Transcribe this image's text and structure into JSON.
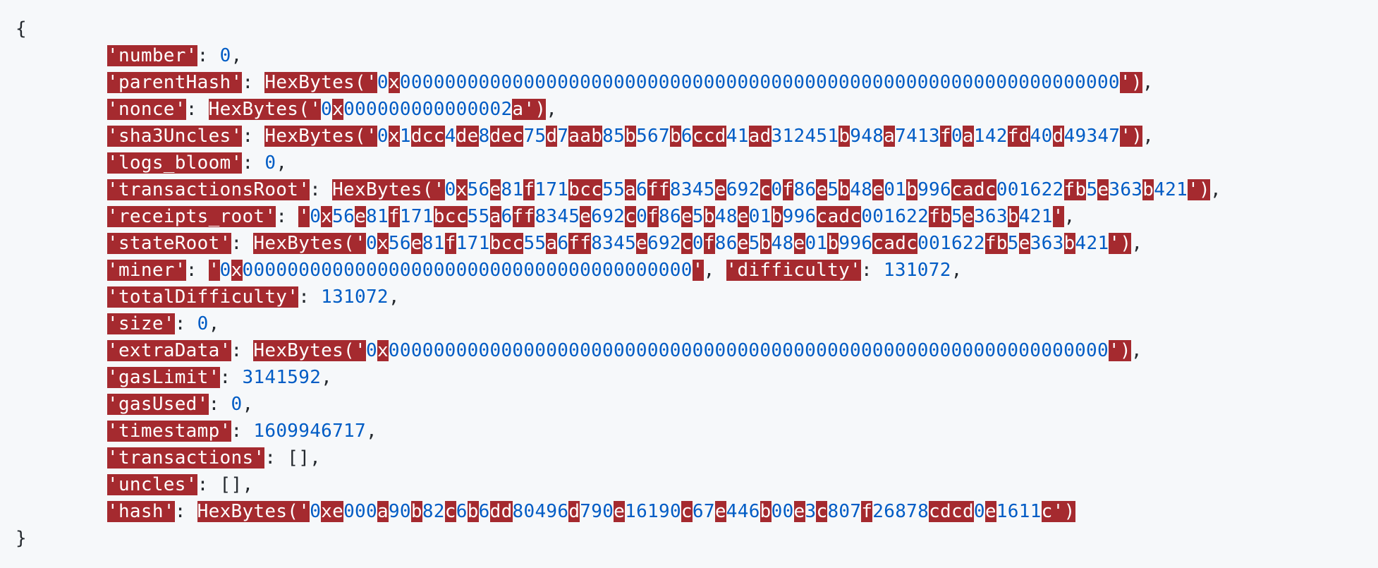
{
  "lines": [
    {
      "type": "brace",
      "text": "{"
    },
    {
      "type": "entry",
      "segments": [
        [
          "k",
          "'number'"
        ],
        [
          "p",
          ": "
        ],
        [
          "n",
          "0"
        ],
        [
          "p",
          ","
        ]
      ]
    },
    {
      "type": "entry",
      "segments": [
        [
          "k",
          "'parentHash'"
        ],
        [
          "p",
          ": "
        ],
        [
          "e",
          "HexBytes('"
        ],
        [
          "hex",
          "0x0000000000000000000000000000000000000000000000000000000000000000"
        ],
        [
          "e",
          "')"
        ],
        [
          "p",
          ","
        ]
      ]
    },
    {
      "type": "entry",
      "segments": [
        [
          "k",
          "'nonce'"
        ],
        [
          "p",
          ": "
        ],
        [
          "e",
          "HexBytes('"
        ],
        [
          "hex",
          "0x000000000000002a"
        ],
        [
          "e",
          "')"
        ],
        [
          "p",
          ","
        ]
      ]
    },
    {
      "type": "entry",
      "segments": [
        [
          "k",
          "'sha3Uncles'"
        ],
        [
          "p",
          ": "
        ],
        [
          "e",
          "HexBytes('"
        ],
        [
          "hex",
          "0x1dcc4de8dec75d7aab85b567b6ccd41ad312451b948a7413f0a142fd40d49347"
        ],
        [
          "e",
          "')"
        ],
        [
          "p",
          ","
        ]
      ]
    },
    {
      "type": "entry",
      "segments": [
        [
          "k",
          "'logs_bloom'"
        ],
        [
          "p",
          ": "
        ],
        [
          "n",
          "0"
        ],
        [
          "p",
          ","
        ]
      ]
    },
    {
      "type": "entry",
      "segments": [
        [
          "k",
          "'transactionsRoot'"
        ],
        [
          "p",
          ": "
        ],
        [
          "e",
          "HexBytes('"
        ],
        [
          "hex",
          "0x56e81f171bcc55a6ff8345e692c0f86e5b48e01b996cadc001622fb5e363b421"
        ],
        [
          "e",
          "')"
        ],
        [
          "p",
          ","
        ]
      ]
    },
    {
      "type": "entry",
      "segments": [
        [
          "k",
          "'receipts_root'"
        ],
        [
          "p",
          ": "
        ],
        [
          "e",
          "'"
        ],
        [
          "hex",
          "0x56e81f171bcc55a6ff8345e692c0f86e5b48e01b996cadc001622fb5e363b421"
        ],
        [
          "e",
          "'"
        ],
        [
          "p",
          ","
        ]
      ]
    },
    {
      "type": "entry",
      "segments": [
        [
          "k",
          "'stateRoot'"
        ],
        [
          "p",
          ": "
        ],
        [
          "e",
          "HexBytes('"
        ],
        [
          "hex",
          "0x56e81f171bcc55a6ff8345e692c0f86e5b48e01b996cadc001622fb5e363b421"
        ],
        [
          "e",
          "')"
        ],
        [
          "p",
          ","
        ]
      ]
    },
    {
      "type": "entry",
      "segments": [
        [
          "k",
          "'miner'"
        ],
        [
          "p",
          ": "
        ],
        [
          "e",
          "'"
        ],
        [
          "hex",
          "0x0000000000000000000000000000000000000000"
        ],
        [
          "e",
          "'"
        ],
        [
          "p",
          ", "
        ],
        [
          "k",
          "'difficulty'"
        ],
        [
          "p",
          ": "
        ],
        [
          "n",
          "131072"
        ],
        [
          "p",
          ","
        ]
      ]
    },
    {
      "type": "entry",
      "segments": [
        [
          "k",
          "'totalDifficulty'"
        ],
        [
          "p",
          ": "
        ],
        [
          "n",
          "131072"
        ],
        [
          "p",
          ","
        ]
      ]
    },
    {
      "type": "entry",
      "segments": [
        [
          "k",
          "'size'"
        ],
        [
          "p",
          ": "
        ],
        [
          "n",
          "0"
        ],
        [
          "p",
          ","
        ]
      ]
    },
    {
      "type": "entry",
      "segments": [
        [
          "k",
          "'extraData'"
        ],
        [
          "p",
          ": "
        ],
        [
          "e",
          "HexBytes('"
        ],
        [
          "hex",
          "0x0000000000000000000000000000000000000000000000000000000000000000"
        ],
        [
          "e",
          "')"
        ],
        [
          "p",
          ","
        ]
      ]
    },
    {
      "type": "entry",
      "segments": [
        [
          "k",
          "'gasLimit'"
        ],
        [
          "p",
          ": "
        ],
        [
          "n",
          "3141592"
        ],
        [
          "p",
          ","
        ]
      ]
    },
    {
      "type": "entry",
      "segments": [
        [
          "k",
          "'gasUsed'"
        ],
        [
          "p",
          ": "
        ],
        [
          "n",
          "0"
        ],
        [
          "p",
          ","
        ]
      ]
    },
    {
      "type": "entry",
      "segments": [
        [
          "k",
          "'timestamp'"
        ],
        [
          "p",
          ": "
        ],
        [
          "n",
          "1609946717"
        ],
        [
          "p",
          ","
        ]
      ]
    },
    {
      "type": "entry",
      "segments": [
        [
          "k",
          "'transactions'"
        ],
        [
          "p",
          ": [],"
        ]
      ]
    },
    {
      "type": "entry",
      "segments": [
        [
          "k",
          "'uncles'"
        ],
        [
          "p",
          ": [],"
        ]
      ]
    },
    {
      "type": "entry",
      "segments": [
        [
          "k",
          "'hash'"
        ],
        [
          "p",
          ": "
        ],
        [
          "e",
          "HexBytes('"
        ],
        [
          "hex",
          "0xe000a90b82c6b6dd80496d790e16190c67e446b00e3c807f26878cdcd0e1611c"
        ],
        [
          "e",
          "')"
        ]
      ]
    },
    {
      "type": "brace",
      "text": "}"
    }
  ],
  "colors": {
    "error_bg": "#a52a2f",
    "number": "#005cc5",
    "text": "#24292e",
    "background": "#f6f8fa"
  }
}
